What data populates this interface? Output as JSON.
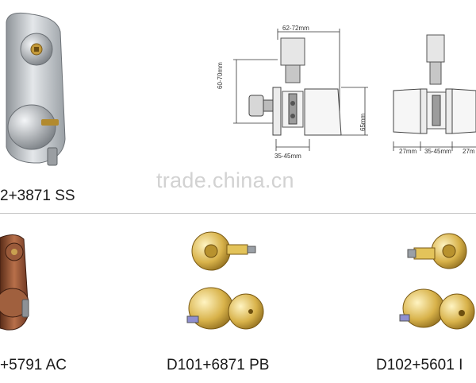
{
  "products": {
    "top_left_caption": "2+3871 SS",
    "row2_left_caption": "+5791 AC",
    "row2_mid_caption": "D101+6871 PB",
    "row2_right_caption": "D102+5601 I"
  },
  "drawing_front": {
    "width_dim": "62-72mm",
    "height_dim": "60-70mm",
    "side_dim": "65mm",
    "backset_dim": "35-45mm"
  },
  "drawing_side": {
    "left_dim": "27mm",
    "mid_dim": "35-45mm",
    "right_dim": "27m"
  },
  "watermark": "trade.china.cn",
  "colors": {
    "satin_steel": "#b8bcc0",
    "antique_copper": "#8a4a2e",
    "polished_brass": "#d8b24a",
    "divider": "#c8c8c8"
  }
}
